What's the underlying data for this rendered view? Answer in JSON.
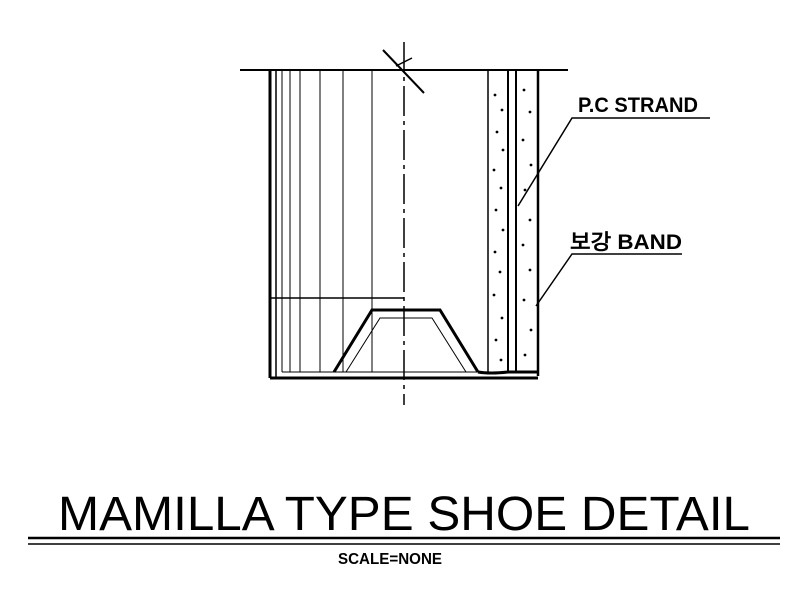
{
  "drawing": {
    "labels": {
      "strand": "P.C STRAND",
      "band": "보강 BAND"
    },
    "title": "MAMILLA TYPE SHOE DETAIL",
    "scale": "SCALE=NONE"
  },
  "colors": {
    "line": "#000000",
    "background": "#ffffff"
  }
}
